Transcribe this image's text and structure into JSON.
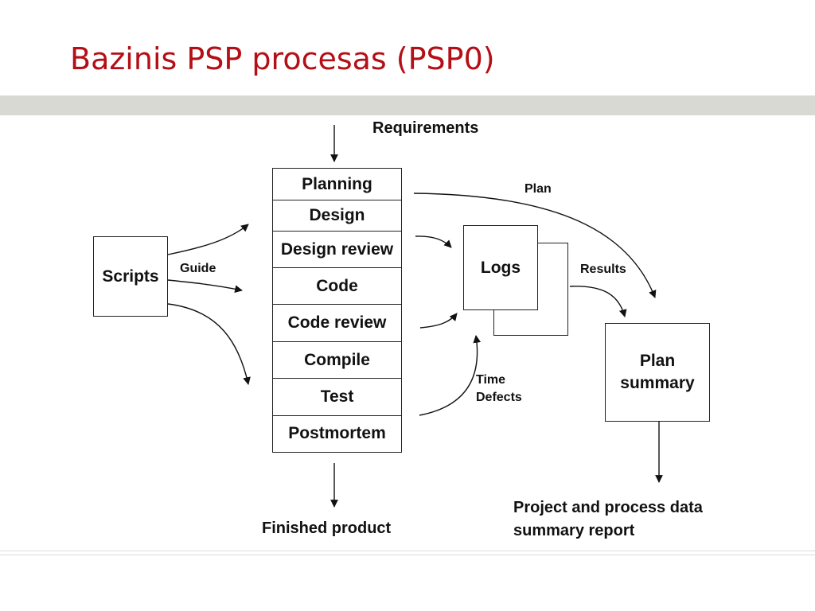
{
  "title": "Bazinis PSP procesas (PSP0)",
  "diagram": {
    "inputs": {
      "requirements": "Requirements"
    },
    "process_steps": [
      "Planning",
      "Design",
      "Design review",
      "Code",
      "Code review",
      "Compile",
      "Test",
      "Postmortem"
    ],
    "nodes": {
      "scripts": "Scripts",
      "logs": "Logs",
      "plan_summary_line1": "Plan",
      "plan_summary_line2": "summary"
    },
    "edge_labels": {
      "guide": "Guide",
      "plan": "Plan",
      "results": "Results",
      "time": "Time",
      "defects": "Defects"
    },
    "outputs": {
      "finished_product": "Finished product",
      "report_line1": "Project and process data",
      "report_line2": "summary report"
    }
  }
}
